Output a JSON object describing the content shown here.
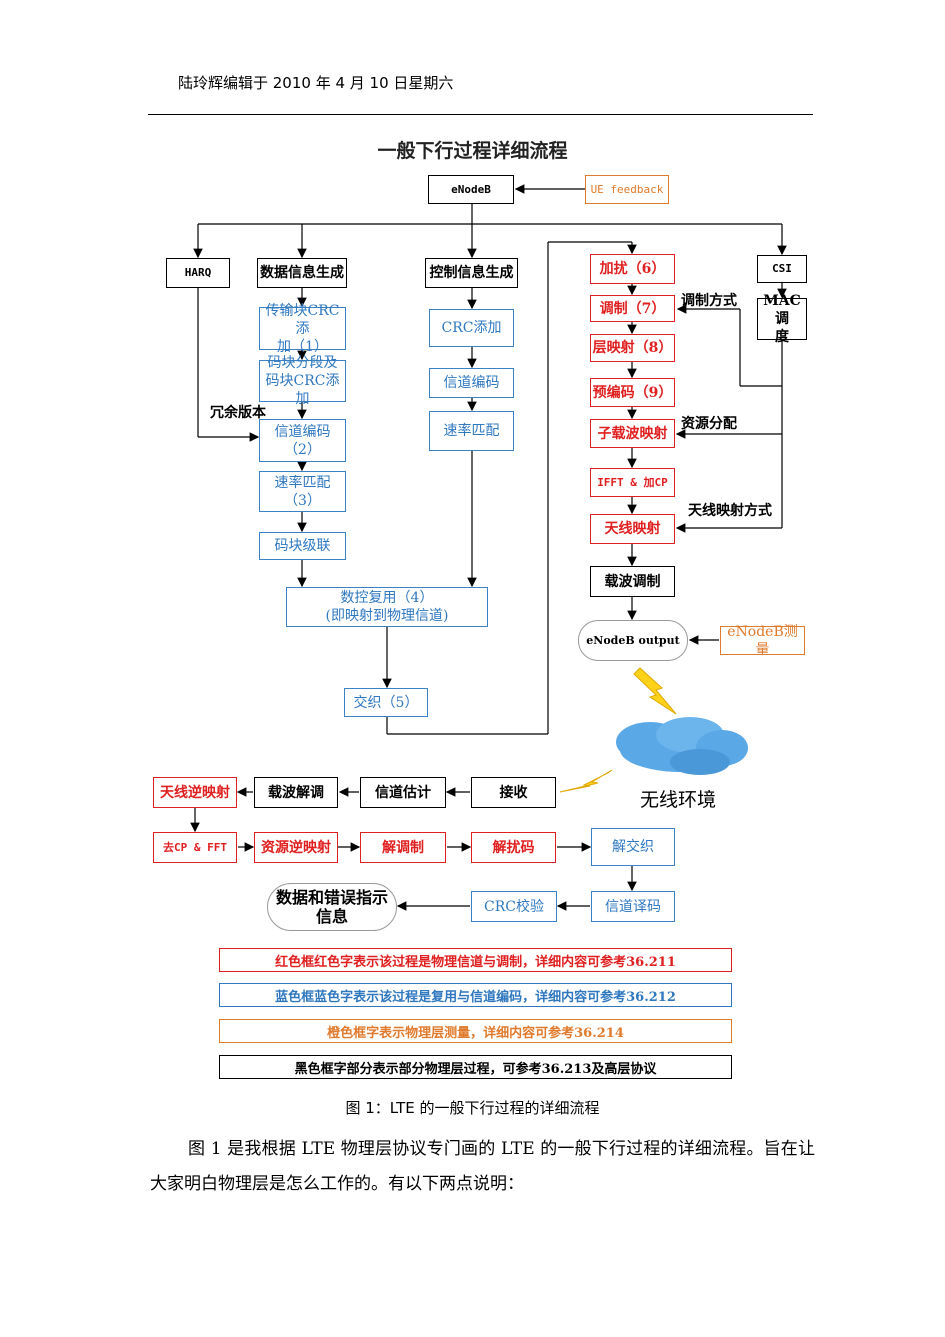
{
  "header": "陆玲辉编辑于 2010 年 4 月 10 日星期六",
  "title": "一般下行过程详细流程",
  "nodes": {
    "enodeb": "eNodeB",
    "ue_feedback": "UE feedback",
    "harq": "HARQ",
    "data_gen": "数据信息生成",
    "ctrl_gen": "控制信息生成",
    "crc_add_tb": "传输块CRC添\n加（1）",
    "seg": "码块分段及\n码块CRC添加",
    "chan_code_2": "信道编码\n（2）",
    "rate_match_3": "速率匹配\n（3）",
    "concat": "码块级联",
    "crc_add": "CRC添加",
    "chan_code": "信道编码",
    "rate_match": "速率匹配",
    "mux": "数控复用（4）\n(即映射到物理信道)",
    "interleave": "交织（5）",
    "scramble": "加扰（6）",
    "modulate": "调制（7）",
    "layer_map": "层映射（8）",
    "precode": "预编码（9）",
    "subcarrier_map": "子载波映射",
    "ifft_cp": "IFFT & 加CP",
    "antenna_map": "天线映射",
    "carrier_mod": "载波调制",
    "csi": "CSI",
    "mac_sched": "MAC调\n度",
    "enodeb_output": "eNodeB output",
    "enodeb_measure": "eNodeB测量",
    "wireless_env": "无线环境",
    "ant_demap": "天线逆映射",
    "carrier_demod": "载波解调",
    "chan_est": "信道估计",
    "receive": "接收",
    "remove_cp_fft": "去CP & FFT",
    "res_demap": "资源逆映射",
    "demod": "解调制",
    "descramble": "解扰码",
    "deinterleave": "解交织",
    "data_err": "数据和错误指示\n信息",
    "crc_check": "CRC校验",
    "chan_decode": "信道译码"
  },
  "labels": {
    "redundancy": "冗余版本",
    "mod_scheme": "调制方式",
    "res_alloc": "资源分配",
    "ant_map_scheme": "天线映射方式"
  },
  "legend": [
    {
      "text": "红色框红色字表示该过程是物理信道与调制，详细内容可参考36.211",
      "color": "#e02020"
    },
    {
      "text": "蓝色框蓝色字表示该过程是复用与信道编码，详细内容可参考36.212",
      "color": "#2f78c0"
    },
    {
      "text": "橙色框字表示物理层测量，详细内容可参考36.214",
      "color": "#e07a2c"
    },
    {
      "text": "黑色框字部分表示部分物理层过程，可参考36.213及高层协议",
      "color": "#000000"
    }
  ],
  "caption": "图 1：LTE 的一般下行过程的详细流程",
  "paragraph": "图 1 是我根据 LTE 物理层协议专门画的 LTE 的一般下行过程的详细流程。旨在让大家明白物理层是怎么工作的。有以下两点说明："
}
